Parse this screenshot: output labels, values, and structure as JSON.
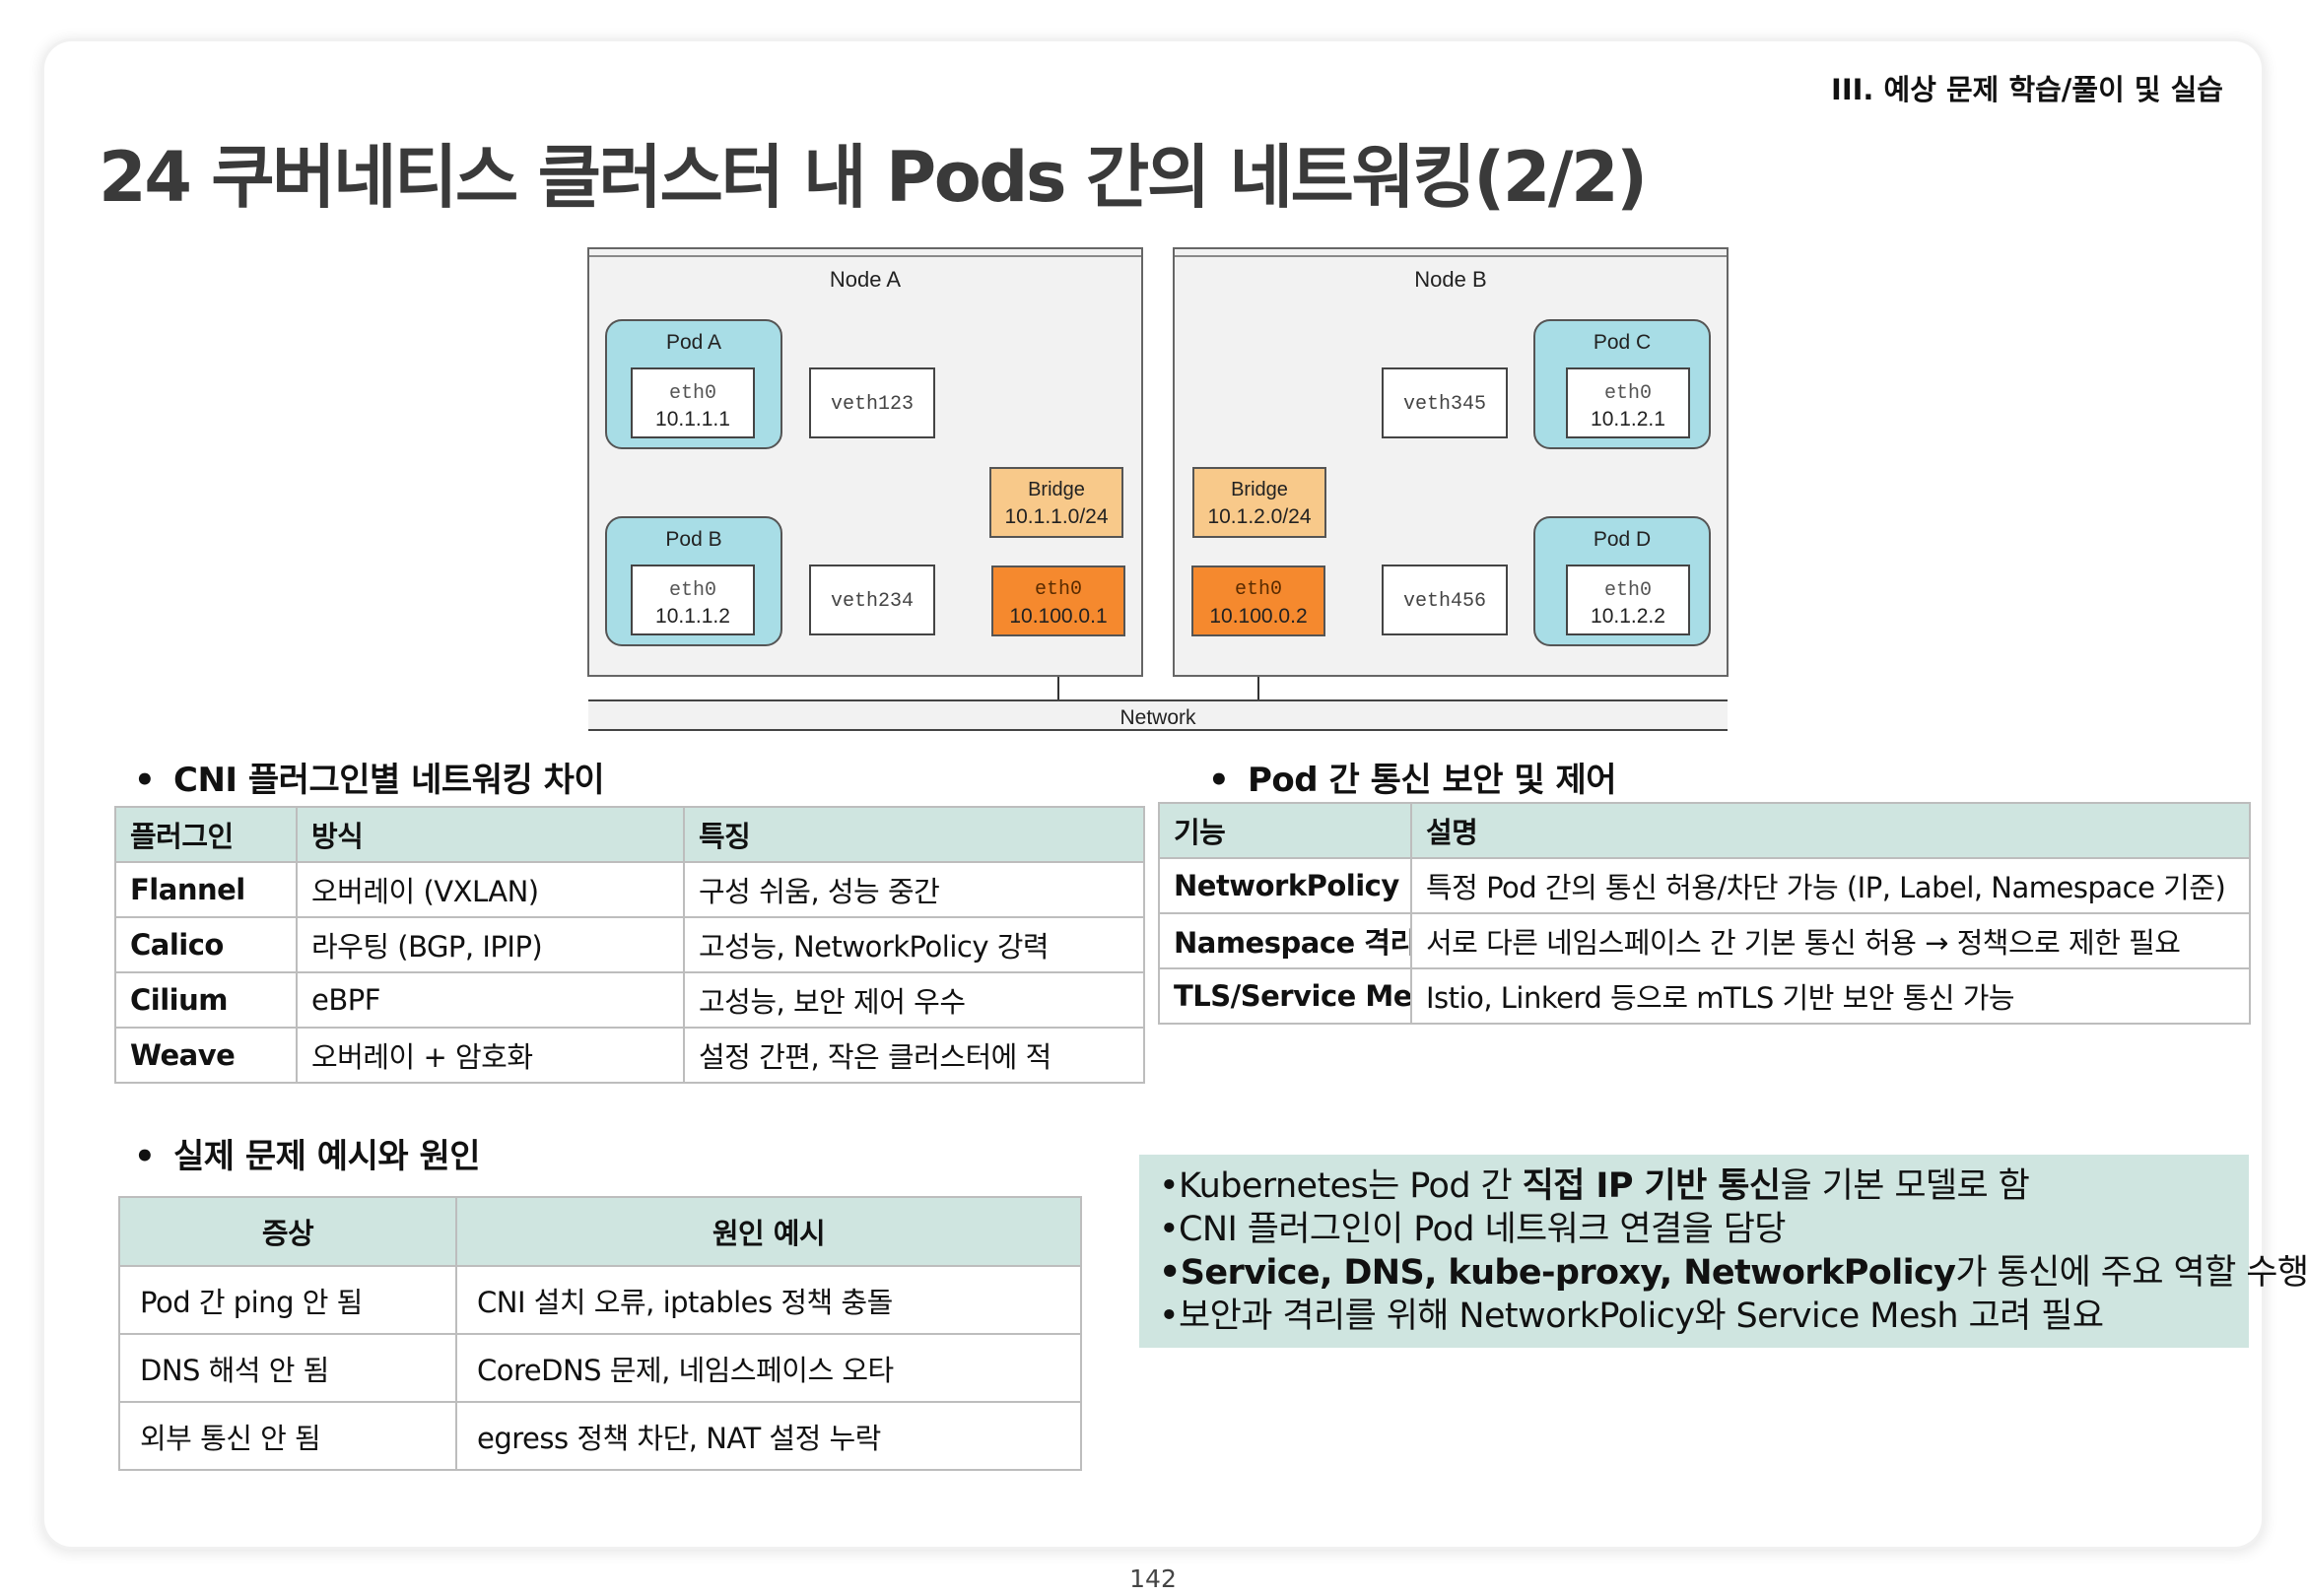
{
  "header": {
    "section": "III. 예상 문제 학습/풀이 및 실습",
    "title": "24 쿠버네티스 클러스터 내 Pods 간의 네트워킹(2/2)"
  },
  "diagram": {
    "node_a": {
      "label": "Node A",
      "pods": [
        {
          "label": "Pod A",
          "iface": "eth0",
          "ip": "10.1.1.1",
          "veth": "veth123"
        },
        {
          "label": "Pod B",
          "iface": "eth0",
          "ip": "10.1.1.2",
          "veth": "veth234"
        }
      ],
      "bridge": {
        "label": "Bridge",
        "cidr": "10.1.1.0/24"
      },
      "eth": {
        "label": "eth0",
        "ip": "10.100.0.1"
      }
    },
    "node_b": {
      "label": "Node B",
      "pods": [
        {
          "label": "Pod C",
          "iface": "eth0",
          "ip": "10.1.2.1",
          "veth": "veth345"
        },
        {
          "label": "Pod D",
          "iface": "eth0",
          "ip": "10.1.2.2",
          "veth": "veth456"
        }
      ],
      "bridge": {
        "label": "Bridge",
        "cidr": "10.1.2.0/24"
      },
      "eth": {
        "label": "eth0",
        "ip": "10.100.0.2"
      }
    },
    "network_label": "Network",
    "colors": {
      "pod": "#a8dde6",
      "bridge": "#f8c98a",
      "eth": "#f5892e",
      "node": "#f2f2f2"
    }
  },
  "cni": {
    "heading": "CNI 플러그인별 네트워킹 차이",
    "columns": [
      "플러그인",
      "방식",
      "특징"
    ],
    "rows": [
      [
        "Flannel",
        "오버레이 (VXLAN)",
        "구성 쉬움, 성능 중간"
      ],
      [
        "Calico",
        "라우팅 (BGP, IPIP)",
        "고성능, NetworkPolicy 강력"
      ],
      [
        "Cilium",
        "eBPF",
        "고성능, 보안 제어 우수"
      ],
      [
        "Weave",
        "오버레이 + 암호화",
        "설정 간편, 작은 클러스터에 적"
      ]
    ]
  },
  "security": {
    "heading": "Pod 간 통신 보안 및 제어",
    "columns": [
      "기능",
      "설명"
    ],
    "rows": [
      [
        "NetworkPolicy",
        "특정 Pod 간의 통신 허용/차단 가능 (IP, Label, Namespace 기준)"
      ],
      [
        "Namespace 격리",
        "서로 다른 네임스페이스 간 기본 통신 허용 → 정책으로 제한 필요"
      ],
      [
        "TLS/Service Mesh",
        "Istio, Linkerd 등으로 mTLS 기반 보안 통신 가능"
      ]
    ]
  },
  "examples": {
    "heading": "실제 문제 예시와 원인",
    "columns": [
      "증상",
      "원인 예시"
    ],
    "rows": [
      [
        "Pod 간 ping 안 됨",
        "CNI 설치 오류, iptables 정책 충돌"
      ],
      [
        "DNS 해석 안 됨",
        "CoreDNS 문제, 네임스페이스 오타"
      ],
      [
        "외부 통신 안 됨",
        "egress 정책 차단, NAT 설정 누락"
      ]
    ]
  },
  "summary": {
    "line1": {
      "pre": "•Kubernetes는 Pod 간 ",
      "bold": "직접 IP 기반 통신",
      "post": "을 기본 모델로 함"
    },
    "line2": {
      "pre": "•CNI 플러그인이 Pod 네트워크 연결을 담당"
    },
    "line3": {
      "bold": "•Service, DNS, kube-proxy, NetworkPolicy",
      "post": "가 통신에 주요 역할 수행"
    },
    "line4": {
      "pre": "•보안과 격리를 위해 NetworkPolicy와 Service Mesh 고려 필요"
    }
  },
  "page_number": "142"
}
